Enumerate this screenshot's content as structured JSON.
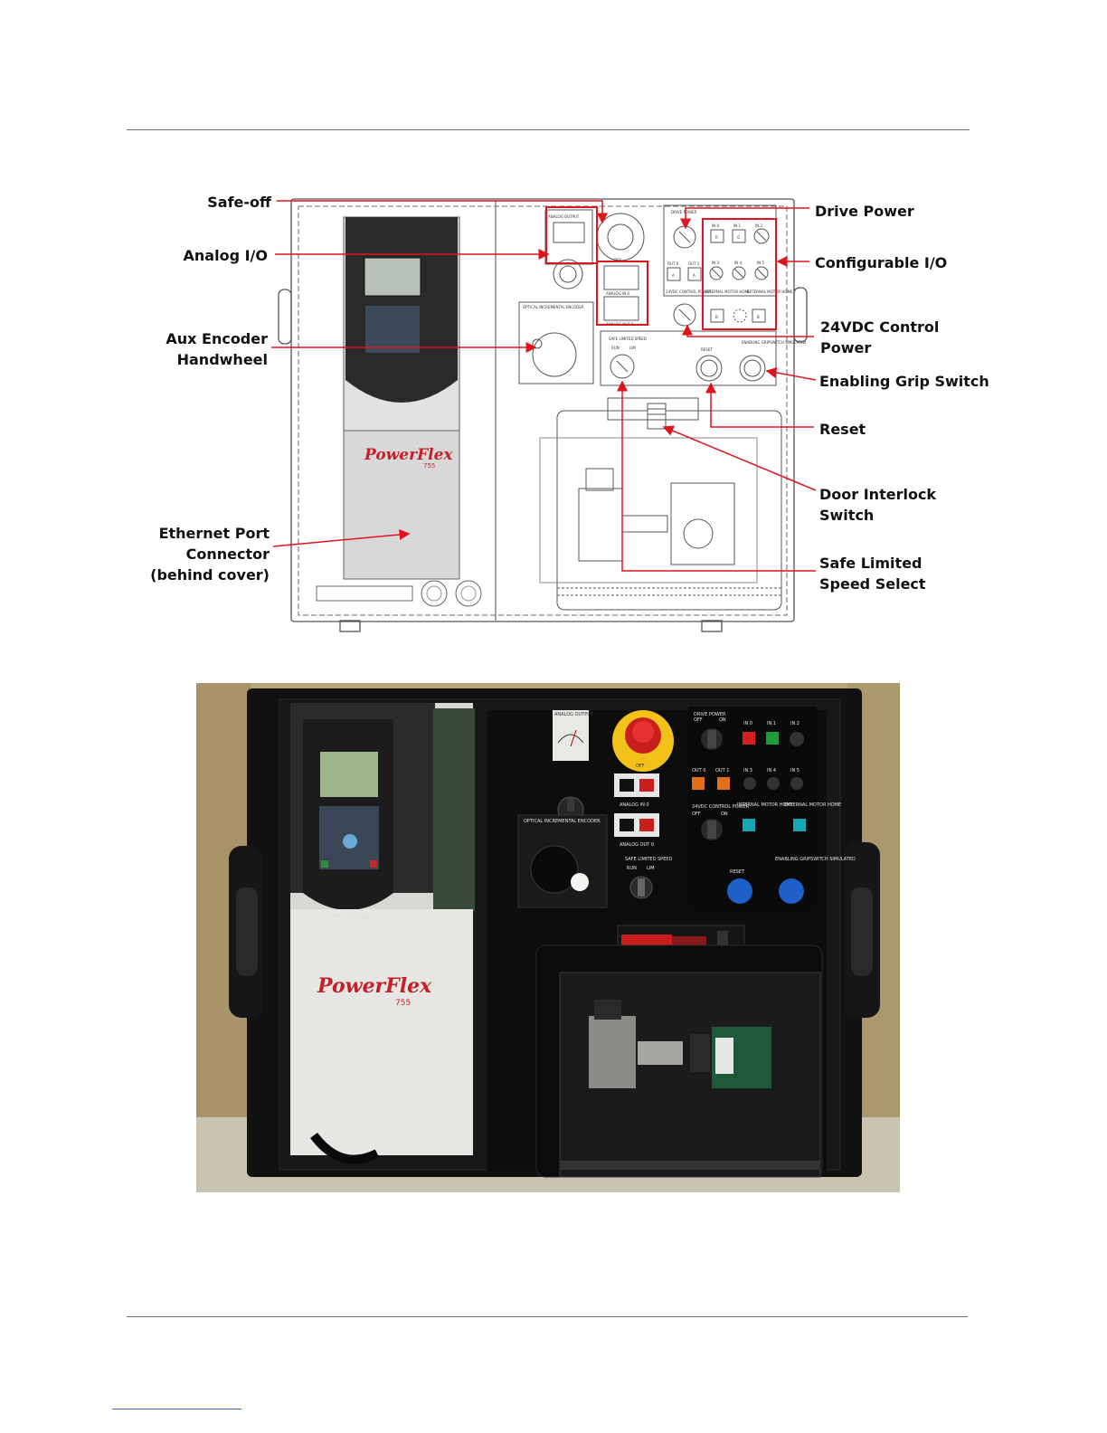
{
  "callouts_left": [
    {
      "id": "safe-off",
      "lines": [
        "Safe-off"
      ]
    },
    {
      "id": "analog-io",
      "lines": [
        "Analog I/O"
      ]
    },
    {
      "id": "aux-encoder",
      "lines": [
        "Aux Encoder",
        "Handwheel"
      ]
    },
    {
      "id": "ethernet-port",
      "lines": [
        "Ethernet Port",
        "Connector",
        "(behind cover)"
      ]
    }
  ],
  "callouts_right": [
    {
      "id": "drive-power",
      "lines": [
        "Drive Power"
      ]
    },
    {
      "id": "configurable-io",
      "lines": [
        "Configurable I/O"
      ]
    },
    {
      "id": "control-power",
      "lines": [
        "24VDC Control",
        "Power"
      ]
    },
    {
      "id": "enabling-grip",
      "lines": [
        "Enabling Grip Switch"
      ]
    },
    {
      "id": "reset",
      "lines": [
        "Reset"
      ]
    },
    {
      "id": "door-interlock",
      "lines": [
        "Door Interlock",
        "Switch"
      ]
    },
    {
      "id": "safe-limited-speed",
      "lines": [
        "Safe Limited",
        "Speed Select"
      ]
    }
  ],
  "product_logo": "PowerFlex",
  "product_model": "755",
  "maker_logo": "Allen-Bradley",
  "panel_labels": {
    "safe_off": "OFF",
    "analog_output": "ANALOG OUTPUT",
    "analog_in": "ANALOG IN 0",
    "analog_out": "ANALOG OUT 0",
    "drive_power": "DRIVE POWER",
    "off": "OFF",
    "on": "ON",
    "in_0": "IN 0",
    "in_1": "IN 1",
    "in_2": "IN 2",
    "in_3": "IN 3",
    "in_4": "IN 4",
    "in_5": "IN 5",
    "out_0": "OUT 0",
    "out_1": "OUT 1",
    "control_power": "24VDC CONTROL POWER",
    "internal_home": "INTERNAL MOTOR HOME",
    "external_home": "EXTERNAL MOTOR HOME",
    "safe_limited_speed": "SAFE LIMITED SPEED",
    "run": "RUN",
    "lim": "LIM",
    "reset": "RESET",
    "enabling_gripswitch": "ENABLING GRIPSWITCH SIMULATED",
    "encoder": "OPTICAL INCREMENTAL ENCODER",
    "key_r": "R",
    "key_g": "G",
    "key_a": "A",
    "key_b": "B"
  },
  "colors": {
    "callout_line": "#e0141e",
    "highlight_box": "#e0141e",
    "led_red": "#d41f1f",
    "led_green": "#1f9a3d",
    "button_blue": "#1f5fc8",
    "estop_yellow": "#f2c21a"
  }
}
